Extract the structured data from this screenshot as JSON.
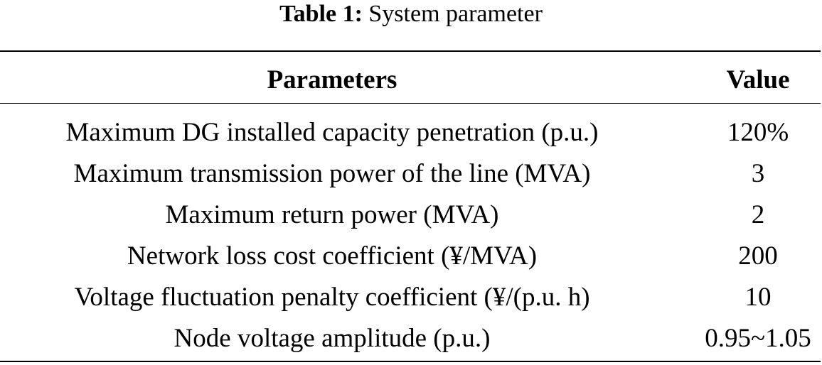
{
  "caption": {
    "label": "Table 1:",
    "title": "System parameter"
  },
  "table": {
    "headers": [
      "Parameters",
      "Value"
    ],
    "rows": [
      [
        "Maximum DG installed capacity penetration (p.u.)",
        "120%"
      ],
      [
        "Maximum transmission power of the line (MVA)",
        "3"
      ],
      [
        "Maximum return power (MVA)",
        "2"
      ],
      [
        "Network loss cost coefficient (¥/MVA)",
        "200"
      ],
      [
        "Voltage fluctuation penalty coefficient (¥/(p.u. h)",
        "10"
      ],
      [
        "Node voltage amplitude (p.u.)",
        "0.95~1.05"
      ]
    ]
  }
}
